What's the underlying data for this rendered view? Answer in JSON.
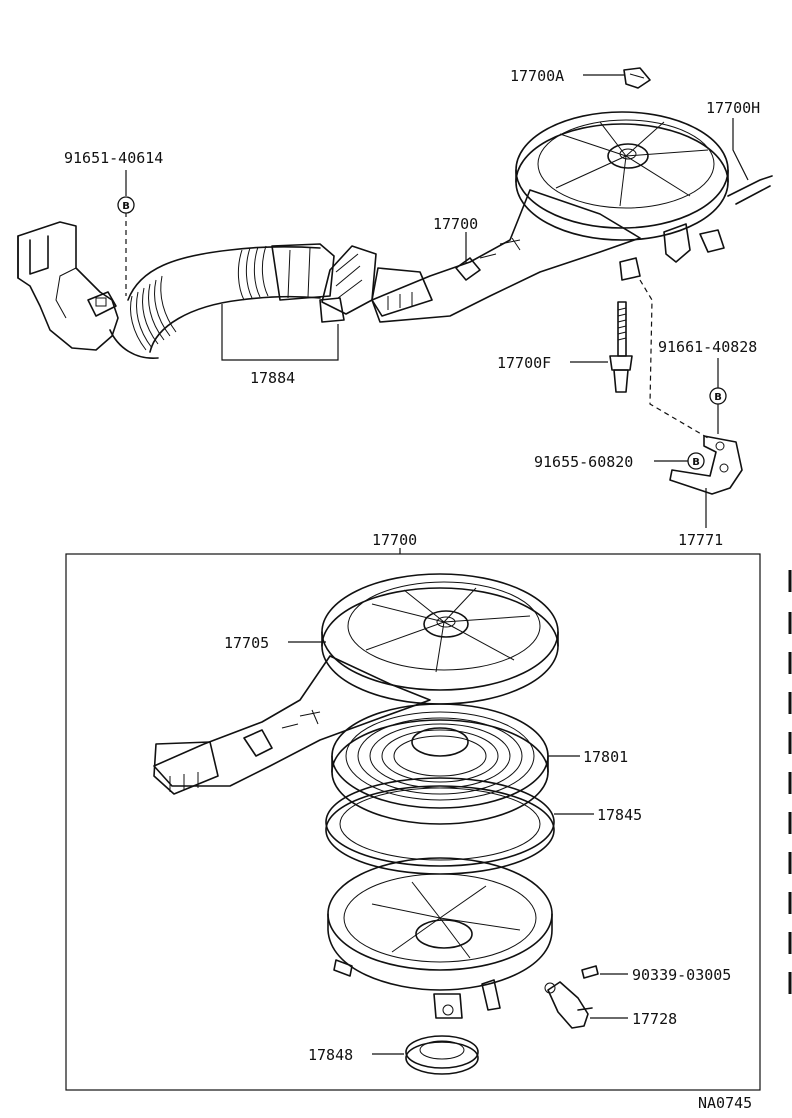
{
  "labels": {
    "p17700A": "17700A",
    "p17700H": "17700H",
    "p91651": "91651-40614",
    "p17700_top": "17700",
    "p17884": "17884",
    "p17700F": "17700F",
    "p91661": "91661-40828",
    "p91655": "91655-60820",
    "p17771": "17771",
    "p17700_box": "17700",
    "p17705": "17705",
    "p17801": "17801",
    "p17845": "17845",
    "p90339": "90339-03005",
    "p17728": "17728",
    "p17848": "17848",
    "code": "NA0745"
  },
  "badge": "B"
}
